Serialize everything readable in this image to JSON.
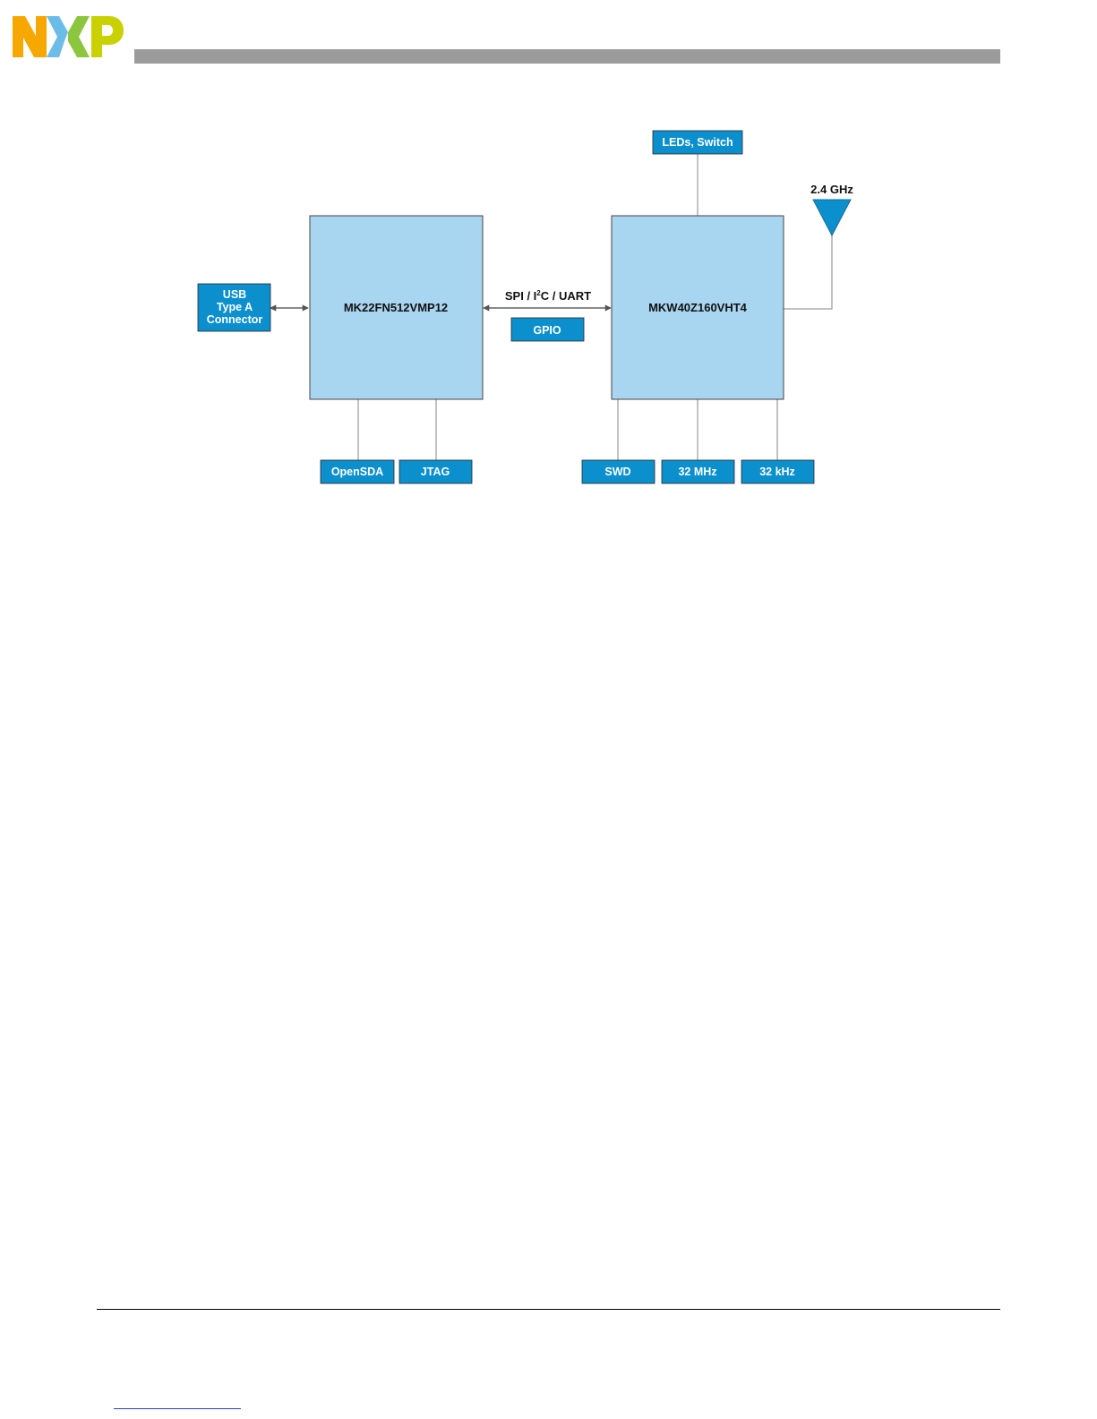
{
  "header": {
    "logo_text": "NXP",
    "logo_colors": {
      "n": "#f7a800",
      "x1": "#6bbde8",
      "x2": "#8cc63f",
      "p": "#c9d200"
    },
    "bar_color": "#9b9b9b"
  },
  "diagram": {
    "chips": {
      "host": "MK22FN512VMP12",
      "radio": "MKW40Z160VHT4"
    },
    "bus_label_pre": "SPI / I",
    "bus_label_sup": "2",
    "bus_label_post": "C / UART",
    "gpio": "GPIO",
    "usb": [
      "USB",
      "Type A",
      "Connector"
    ],
    "host_peripherals": [
      "OpenSDA",
      "JTAG"
    ],
    "radio_peripherals": [
      "SWD",
      "32 MHz",
      "32 kHz"
    ],
    "leds_switch": "LEDs, Switch",
    "antenna_label": "2.4 GHz",
    "colors": {
      "chip_fill": "#a8d5ef",
      "box_fill": "#0b8fcd",
      "line": "#9a9a9a"
    }
  }
}
